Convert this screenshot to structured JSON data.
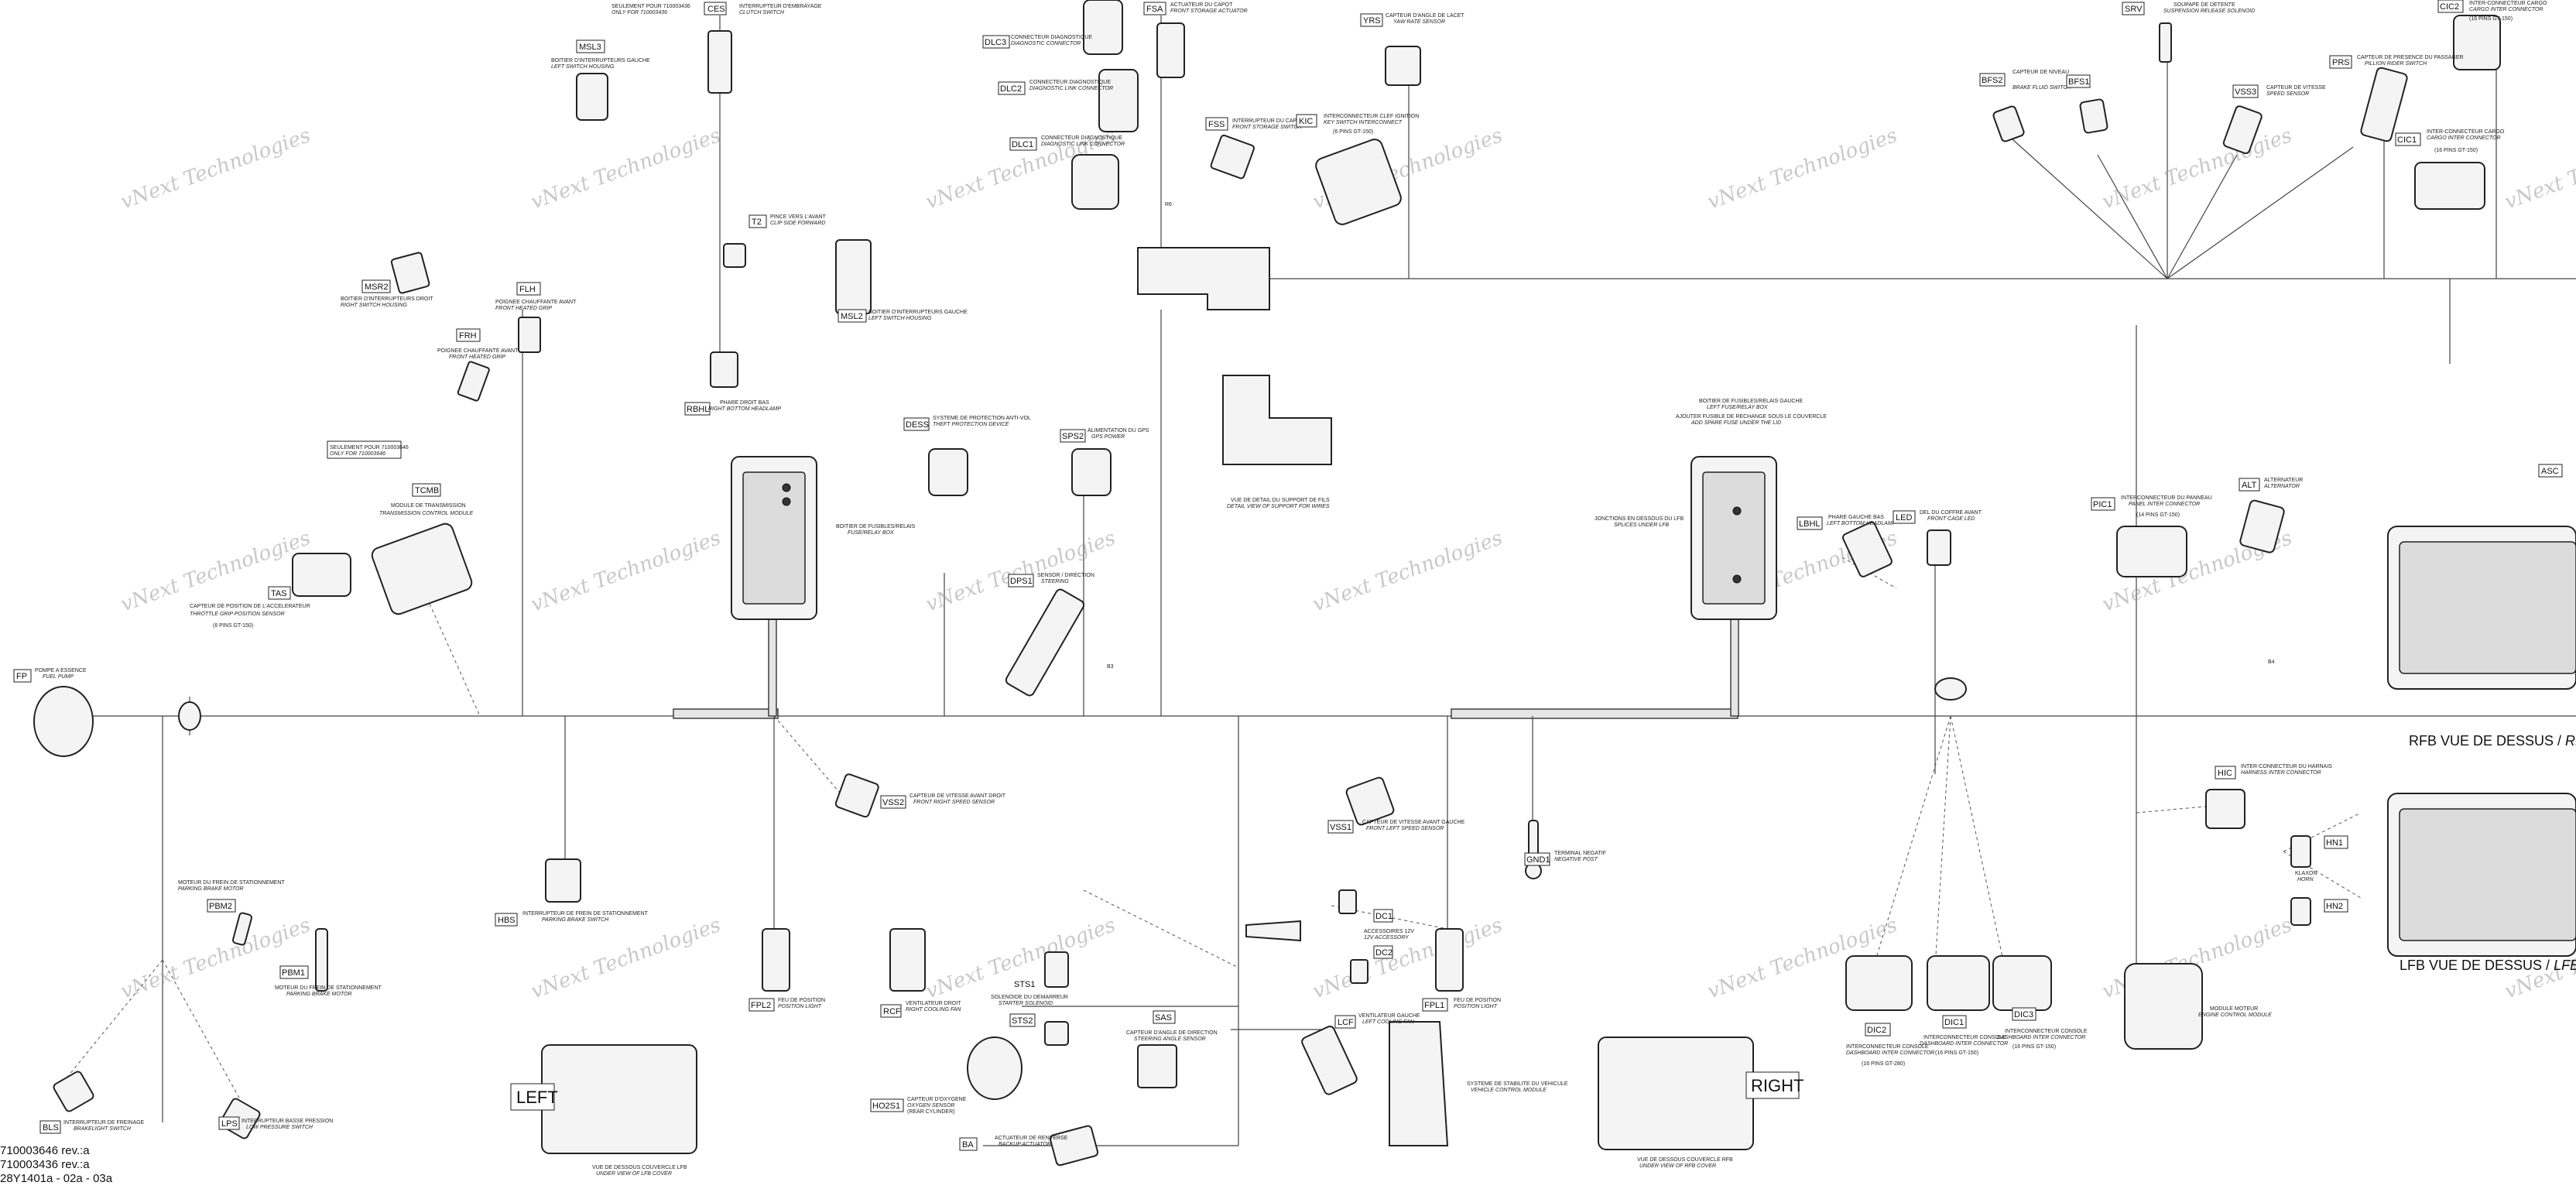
{
  "watermark": "vNext Technologies",
  "footer": {
    "line1": "710003646 rev.:a",
    "line2": "710003436 rev.:a",
    "line3": "28Y1401a - 02a - 03a"
  },
  "components": {
    "ces": {
      "code": "CES",
      "fr": "INTERRUPTEUR D'EMBRAYAGE",
      "en": "CLUTCH SWITCH"
    },
    "ces_note": {
      "fr": "SEULEMENT POUR 710003436",
      "en": "ONLY FOR 710003436"
    },
    "msl3": {
      "code": "MSL3",
      "fr": "BOITIER D'INTERRUPTEURS GAUCHE",
      "en": "LEFT SWITCH HOUSING"
    },
    "msr2": {
      "code": "MSR2",
      "fr": "BOITIER D'INTERRUPTEURS DROIT",
      "en": "RIGHT SWITCH HOUSING"
    },
    "flh": {
      "code": "FLH",
      "fr": "POIGNEE CHAUFFANTE AVANT",
      "en": "FRONT HEATED GRIP"
    },
    "frh": {
      "code": "FRH",
      "fr": "POIGNEE CHAUFFANTE AVANT",
      "en": "FRONT HEATED GRIP"
    },
    "t2": {
      "code": "T2",
      "fr": "PINCE VERS L'AVANT",
      "en": "CLIP SIDE FORWARD"
    },
    "msl2": {
      "code": "MSL2",
      "fr": "BOITIER D'INTERRUPTEURS GAUCHE",
      "en": "LEFT SWITCH HOUSING"
    },
    "rbhl": {
      "code": "RBHL",
      "fr": "PHARE DROIT BAS",
      "en": "RIGHT BOTTOM HEADLAMP"
    },
    "tcmb_note": {
      "fr": "SEULEMENT POUR 710003646",
      "en": "ONLY FOR 710003646"
    },
    "tcmb": {
      "code": "TCMB",
      "fr": "MODULE DE TRANSMISSION",
      "en": "TRANSMISSION CONTROL MODULE"
    },
    "tas": {
      "code": "TAS",
      "fr": "CAPTEUR DE POSITION DE L'ACCELERATEUR",
      "en": "THROTTLE GRIP POSITION SENSOR",
      "pins": "(6 PINS GT-150)"
    },
    "fp": {
      "code": "FP",
      "fr": "POMPE A ESSENCE",
      "en": "FUEL PUMP"
    },
    "fusebox_l": {
      "fr": "BOITIER DE FUSIBLES/RELAIS",
      "en": "FUSE/RELAY BOX"
    },
    "dess": {
      "code": "DESS",
      "fr": "SYSTEME DE PROTECTION ANTI-VOL",
      "en": "THEFT PROTECTION DEVICE"
    },
    "sps2": {
      "code": "SPS2",
      "fr": "ALIMENTATION DU GPS",
      "en": "GPS POWER"
    },
    "dps1": {
      "code": "DPS1",
      "fr": "SENSOR / DIRECTION",
      "en": "STEERING"
    },
    "dlc3": {
      "code": "DLC3",
      "fr": "CONNECTEUR DIAGNOSTIQUE",
      "en": "DIAGNOSTIC CONNECTOR"
    },
    "dlc2": {
      "code": "DLC2",
      "fr": "CONNECTEUR DIAGNOSTIQUE",
      "en": "DIAGNOSTIC LINK CONNECTOR"
    },
    "dlc1": {
      "code": "DLC1",
      "fr": "CONNECTEUR DIAGNOSTIQUE",
      "en": "DIAGNOSTIC LINK CONNECTOR"
    },
    "fsa": {
      "code": "FSA",
      "fr": "ACTUATEUR DU CAPOT",
      "en": "FRONT STORAGE ACTUATOR"
    },
    "fss": {
      "code": "FSS",
      "fr": "INTERRUPTEUR DU CAPOT",
      "en": "FRONT STORAGE SWITCH"
    },
    "kic": {
      "code": "KIC",
      "fr": "INTERCONNECTEUR CLEF IGNITION",
      "en": "KEY SWITCH INTERCONNECT",
      "pins": "(6 PINS GT-150)"
    },
    "yrs": {
      "code": "YRS",
      "fr": "CAPTEUR D'ANGLE DE LACET",
      "en": "YAW RATE SENSOR"
    },
    "support": {
      "fr": "VUE DE DETAIL DU SUPPORT DE FILS",
      "en": "DETAIL VIEW OF SUPPORT FOR WIRES"
    },
    "vss2": {
      "code": "VSS2",
      "fr": "CAPTEUR DE VITESSE AVANT DROIT",
      "en": "FRONT RIGHT SPEED SENSOR"
    },
    "hbs": {
      "code": "HBS",
      "fr": "INTERRUPTEUR DE FREIN DE STATIONNEMENT",
      "en": "PARKING BRAKE SWITCH"
    },
    "pbm2": {
      "code": "PBM2",
      "fr": "MOTEUR DU FREIN DE STATIONNEMENT",
      "en": "PARKING BRAKE MOTOR"
    },
    "pbm1": {
      "code": "PBM1",
      "fr": "MOTEUR DU FREIN DE STATIONNEMENT",
      "en": "PARKING BRAKE MOTOR"
    },
    "bls": {
      "code": "BLS",
      "fr": "INTERRUPTEUR DE FREINAGE",
      "en": "BRAKELIGHT SWITCH"
    },
    "lps": {
      "code": "LPS",
      "fr": "INTERRUPTEUR BASSE PRESSION",
      "en": "LOW PRESSURE SWITCH"
    },
    "fpl2": {
      "code": "FPL2",
      "fr": "FEU DE POSITION",
      "en": "POSITION LIGHT"
    },
    "rcf": {
      "code": "RCF",
      "fr": "VENTILATEUR DROIT",
      "en": "RIGHT COOLING FAN"
    },
    "sts1": {
      "code": "STS1",
      "fr": "SOLENOIDE DU DEMARREUR",
      "en": "STARTER SOLENOID"
    },
    "sts2": {
      "code": "STS2"
    },
    "sas": {
      "code": "SAS",
      "fr": "CAPTEUR D'ANGLE DE DIRECTION",
      "en": "STEERING ANGLE SENSOR"
    },
    "ho2s1": {
      "code": "HO2S1",
      "fr": "CAPTEUR D'OXYGENE",
      "en": "OXYGEN SENSOR",
      "extra": "(REAR CYLINDER)"
    },
    "ba": {
      "code": "BA",
      "fr": "ACTUATEUR DE RENVERSE",
      "en": "BACKUP ACTUATOR"
    },
    "left_label": "LEFT",
    "lfb_under": {
      "fr": "VUE DE DESSOUS COUVERCLE LFB",
      "en": "UNDER VIEW OF LFB COVER"
    },
    "vss1": {
      "code": "VSS1",
      "fr": "CAPTEUR DE VITESSE AVANT GAUCHE",
      "en": "FRONT LEFT SPEED SENSOR"
    },
    "dc1": {
      "code": "DC1",
      "fr": "ACCESSOIRES 12V",
      "en": "12V ACCESSORY"
    },
    "dc2": {
      "code": "DC2"
    },
    "lcf": {
      "code": "LCF",
      "fr": "VENTILATEUR GAUCHE",
      "en": "LEFT COOLING FAN"
    },
    "fpl1": {
      "code": "FPL1",
      "fr": "FEU DE POSITION",
      "en": "POSITION LIGHT"
    },
    "vcm": {
      "fr": "SYSTEME DE STABILITE DU VEHICULE",
      "en": "VEHICLE CONTROL MODULE"
    },
    "gnd1": {
      "code": "GND1",
      "fr": "TERMINAL NEGATIF",
      "en": "NEGATIVE POST"
    },
    "right_label": "RIGHT",
    "rfb_under": {
      "fr": "VUE DE DESSOUS COUVERCLE RFB",
      "en": "UNDER VIEW OF RFB COVER"
    },
    "fusebox_r": {
      "fr": "BOITIER DE FUSIBLES/RELAIS GAUCHE",
      "en": "LEFT FUSE/RELAY BOX",
      "note_fr": "AJOUTER FUSIBLE DE RECHANGE SOUS LE COUVERCLE",
      "note_en": "ADD SPARE FUSE UNDER THE LID"
    },
    "splice_lfb": {
      "fr": "JONCTIONS EN DESSOUS DU LFB",
      "en": "SPLICES UNDER LFB"
    },
    "lbhl": {
      "code": "LBHL",
      "fr": "PHARE GAUCHE BAS",
      "en": "LEFT BOTTOM HEADLAMP"
    },
    "led": {
      "code": "LED",
      "fr": "DEL DU COFFRE AVANT",
      "en": "FRONT CAGE LED"
    },
    "dic2": {
      "code": "DIC2",
      "fr": "INTERCONNECTEUR CONSOLE",
      "en": "DASHBOARD INTER CONNECTOR",
      "pins": "(16 PINS GT-280)"
    },
    "dic1": {
      "code": "DIC1",
      "fr": "INTERCONNECTEUR CONSOLE",
      "en": "DASHBOARD INTER CONNECTOR",
      "pins": "(16 PINS GT-150)"
    },
    "dic3": {
      "code": "DIC3",
      "fr": "INTERCONNECTEUR CONSOLE",
      "en": "DASHBOARD INTER CONNECTOR",
      "pins": "(16 PINS GT-150)"
    },
    "srv": {
      "code": "SRV",
      "fr": "SOUPAPE DE DETENTE",
      "en": "SUSPENSION RELEASE SOLENOID"
    },
    "bfs2": {
      "code": "BFS2",
      "fr": "CAPTEUR DE NIVEAU",
      "en": "BRAKE FLUID SWITCH"
    },
    "bfs1": {
      "code": "BFS1"
    },
    "vss3": {
      "code": "VSS3",
      "fr": "CAPTEUR DE VITESSE",
      "en": "SPEED SENSOR"
    },
    "prs": {
      "code": "PRS",
      "fr": "CAPTEUR DE PRESENCE DU PASSAGER",
      "en": "PILLION RIDER SWITCH"
    },
    "cic1": {
      "code": "CIC1",
      "fr": "INTER-CONNECTEUR CARGO",
      "en": "CARGO INTER CONNECTOR",
      "pins": "(16 PINS GT-150)"
    },
    "cic2": {
      "code": "CIC2",
      "fr": "INTER-CONNECTEUR CARGO",
      "en": "CARGO INTER CONNECTOR",
      "pins": "(16 PINS GT-150)"
    },
    "pic1": {
      "code": "PIC1",
      "fr": "INTERCONNECTEUR DU PANNEAU",
      "en": "PANEL INTER CONNECTOR",
      "pins": "(14 PINS GT-150)"
    },
    "alt": {
      "code": "ALT",
      "fr": "ALTERNATEUR",
      "en": "ALTERNATOR"
    },
    "asc": {
      "code": "ASC"
    },
    "hic": {
      "code": "HIC",
      "fr": "INTER-CONNECTEUR DU HARNAIS",
      "en": "HARNESS INTER CONNECTOR"
    },
    "hn1": {
      "code": "HN1",
      "fr": "KLAXON",
      "en": "HORN"
    },
    "hn2": {
      "code": "HN2"
    },
    "ecm": {
      "fr": "MODULE MOTEUR",
      "en": "ENGINE CONTROL MODULE"
    },
    "rfb_top": {
      "fr": "RFB  VUE DE DESSUS / ",
      "en": "RFB TOP V"
    },
    "lfb_top": {
      "fr": "LFB  VUE DE DESSUS / ",
      "en": "LFB TOP"
    },
    "p_b4": "B4",
    "p_b3": "B3",
    "p_r6": "R6"
  }
}
